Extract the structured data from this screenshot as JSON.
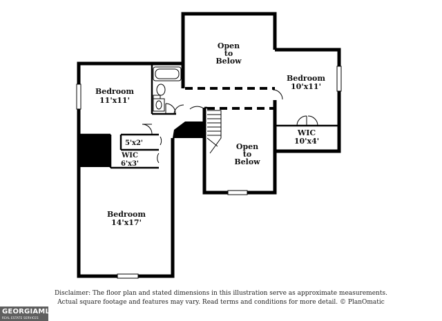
{
  "rooms": {
    "bedroom_left": {
      "name": "Bedroom",
      "dims": "11'x11'"
    },
    "bedroom_right": {
      "name": "Bedroom",
      "dims": "10'x11'"
    },
    "bedroom_main": {
      "name": "Bedroom",
      "dims": "14'x17'"
    },
    "open_top": {
      "line1": "Open",
      "line2": "to",
      "line3": "Below"
    },
    "open_mid": {
      "line1": "Open",
      "line2": "to",
      "line3": "Below"
    },
    "closet_small": {
      "dims": "5'x2'"
    },
    "wic_left": {
      "name": "WIC",
      "dims": "6'x3'"
    },
    "wic_right": {
      "name": "WIC",
      "dims": "10'x4'"
    }
  },
  "disclaimer": {
    "line1": "Disclaimer: The floor plan and stated dimensions in this illustration serve as approximate measurements.",
    "line2": "Actual square footage and features may vary. Read terms and conditions for more detail. © PlanOmatic"
  },
  "logo": {
    "main": "GEORGIAMLS",
    "sub": "REAL ESTATE SERVICES"
  }
}
